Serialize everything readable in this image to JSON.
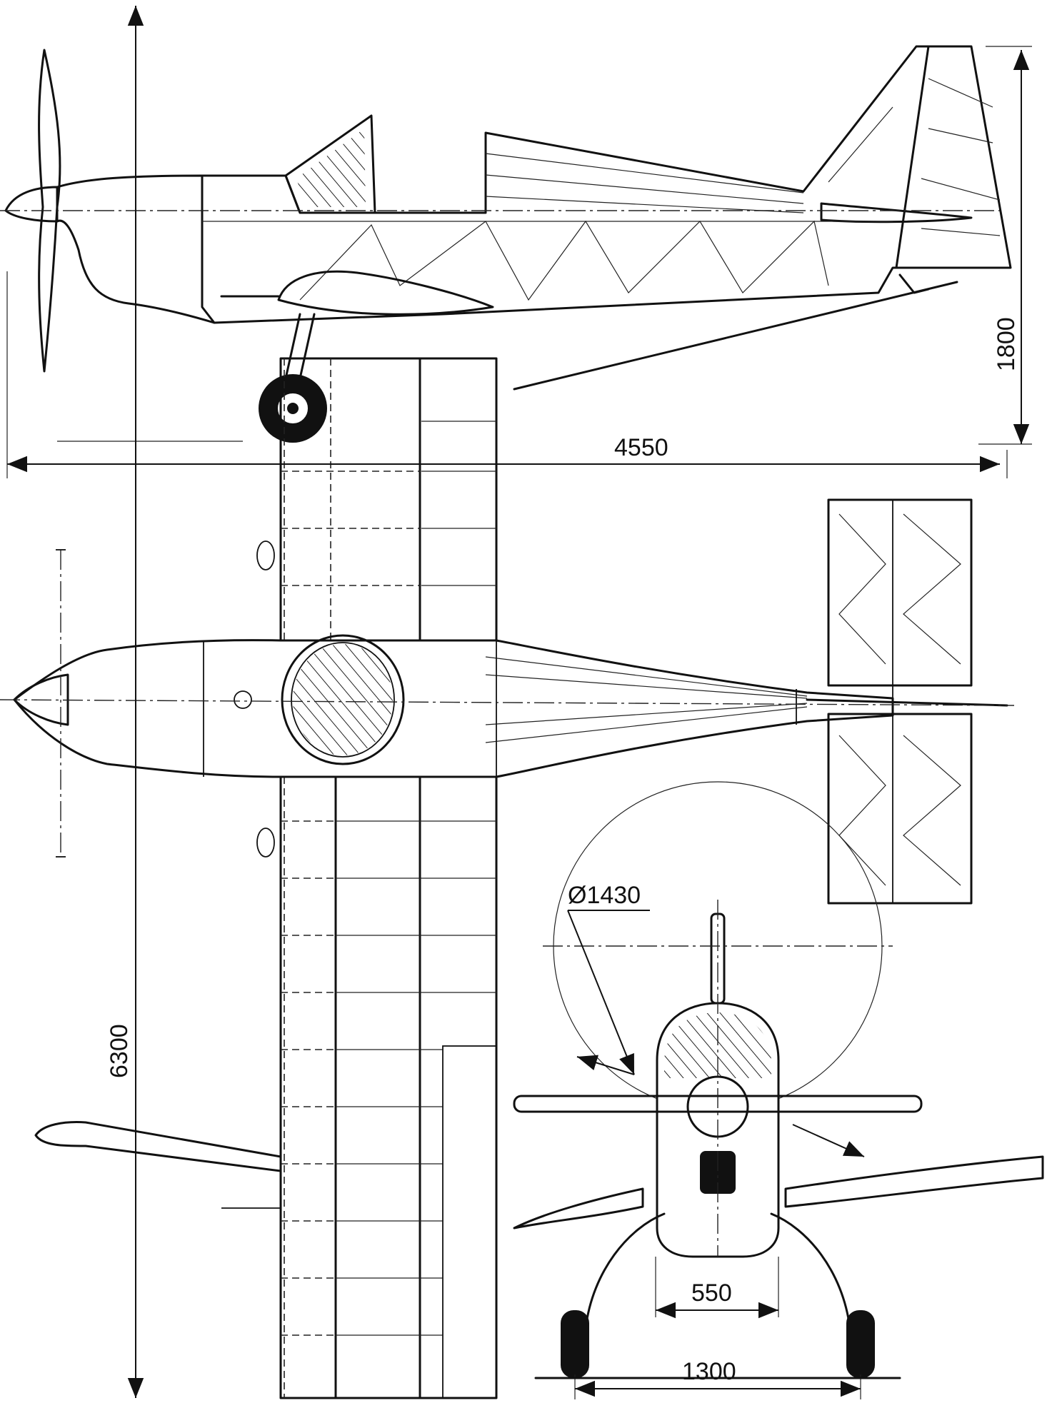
{
  "dimensions": {
    "length": "4550",
    "height": "1800",
    "span": "6300",
    "prop_diameter": "Ø1430",
    "wheel_track": "1300",
    "fuselage_width": "550"
  },
  "colors": {
    "line": "#111111",
    "background": "#ffffff"
  }
}
